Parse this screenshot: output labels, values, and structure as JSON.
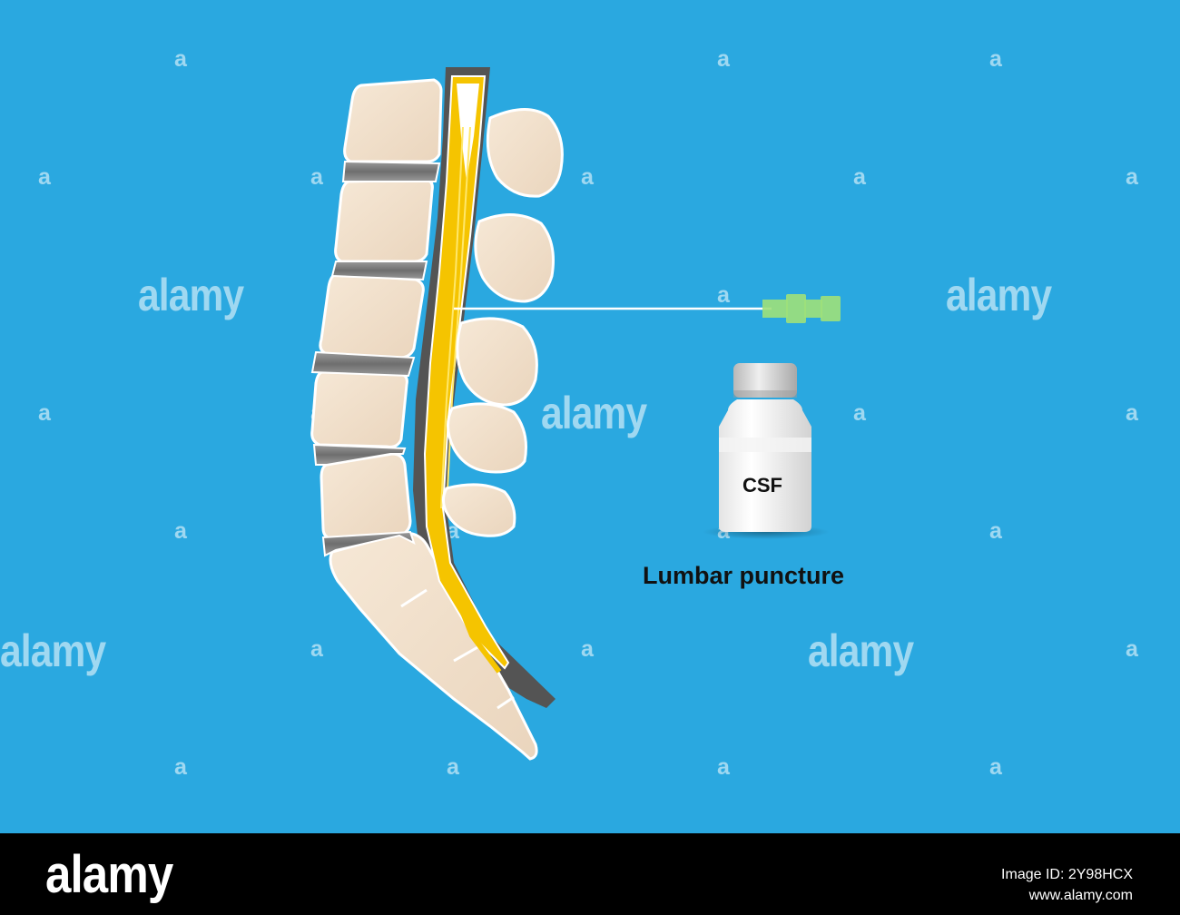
{
  "diagram": {
    "caption": "Lumbar puncture",
    "vial_label": "CSF"
  },
  "watermark": {
    "big_text": "alamy",
    "small_text": "a"
  },
  "footer": {
    "logo": "alamy",
    "image_id_line": "Image ID: 2Y98HCX",
    "site": "www.alamy.com"
  },
  "colors": {
    "background": "#2aa8e0",
    "bone": "#f2e2ce",
    "disc": "#8a8a8a",
    "canal": "#5a5a5a",
    "spinal_cord": "#f5c400",
    "needle_hub": "#9ee07a",
    "footer": "#000000"
  }
}
